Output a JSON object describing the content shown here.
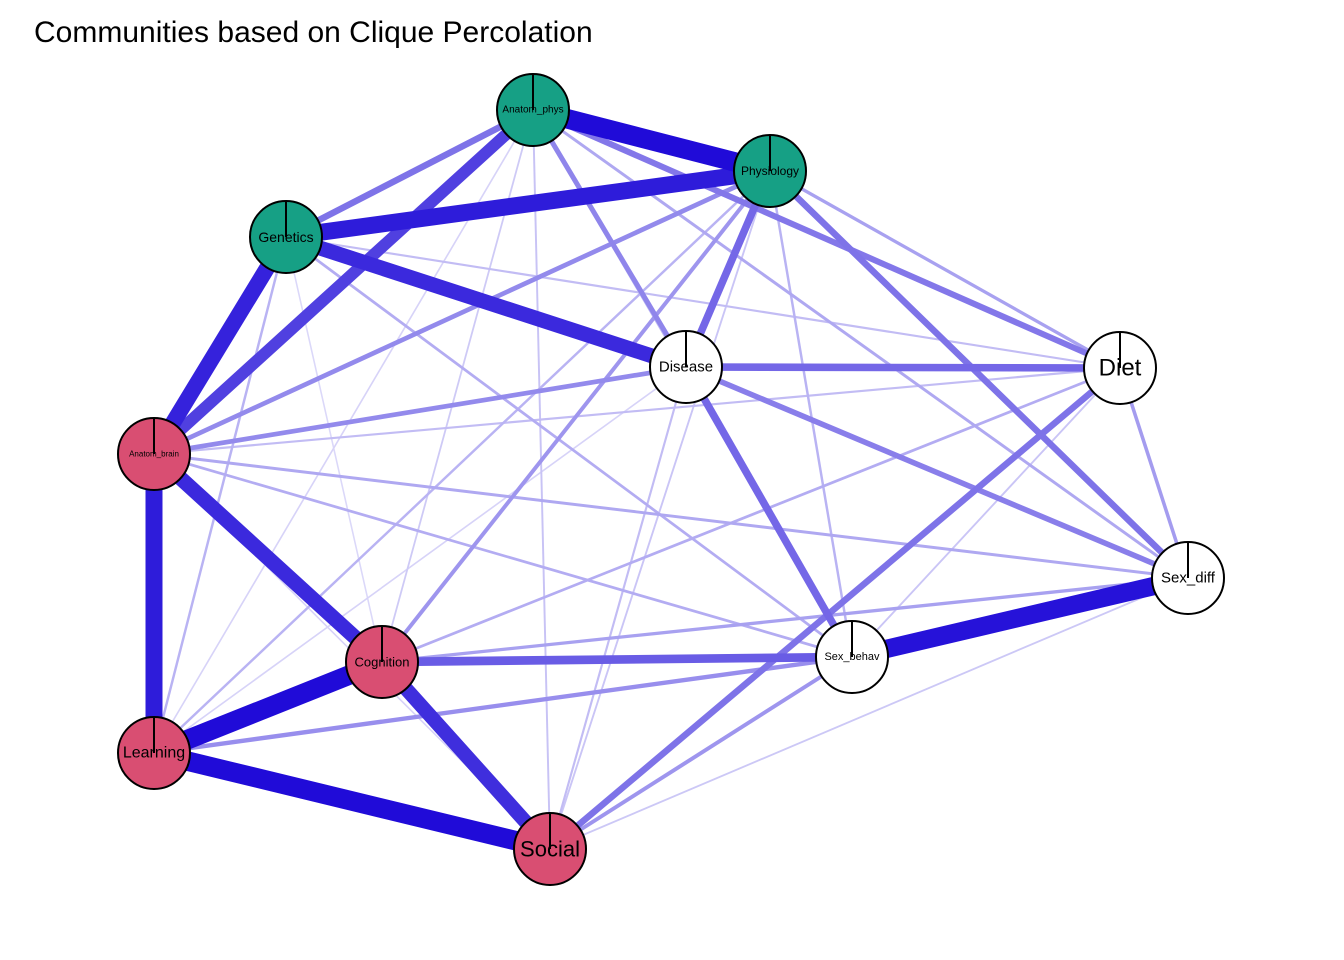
{
  "title": "Communities based on Clique Percolation",
  "colors": {
    "community_1": "#16A085",
    "community_2": "#D94E72",
    "unassigned": "#FFFFFF",
    "edge": "#1500D6",
    "node_border": "#000000"
  },
  "nodes": [
    {
      "id": "Anatom_phys",
      "label": "Anatom_phys",
      "community": "community_1"
    },
    {
      "id": "Physiology",
      "label": "Physiology",
      "community": "community_1"
    },
    {
      "id": "Genetics",
      "label": "Genetics",
      "community": "community_1"
    },
    {
      "id": "Disease",
      "label": "Disease",
      "community": "unassigned"
    },
    {
      "id": "Diet",
      "label": "Diet",
      "community": "unassigned"
    },
    {
      "id": "Anatom_brain",
      "label": "Anatom_brain",
      "community": "community_2"
    },
    {
      "id": "Sex_diff",
      "label": "Sex_diff",
      "community": "unassigned"
    },
    {
      "id": "Cognition",
      "label": "Cognition",
      "community": "community_2"
    },
    {
      "id": "Sex_behav",
      "label": "Sex_behav",
      "community": "unassigned"
    },
    {
      "id": "Learning",
      "label": "Learning",
      "community": "community_2"
    },
    {
      "id": "Social",
      "label": "Social",
      "community": "community_2"
    }
  ],
  "edges": [
    {
      "source": "Anatom_phys",
      "target": "Physiology",
      "weight": 0.95
    },
    {
      "source": "Learning",
      "target": "Social",
      "weight": 0.95
    },
    {
      "source": "Learning",
      "target": "Cognition",
      "weight": 0.95
    },
    {
      "source": "Anatom_brain",
      "target": "Learning",
      "weight": 0.88
    },
    {
      "source": "Genetics",
      "target": "Physiology",
      "weight": 0.88
    },
    {
      "source": "Sex_behav",
      "target": "Sex_diff",
      "weight": 0.92
    },
    {
      "source": "Genetics",
      "target": "Anatom_brain",
      "weight": 0.85
    },
    {
      "source": "Genetics",
      "target": "Disease",
      "weight": 0.82
    },
    {
      "source": "Anatom_brain",
      "target": "Cognition",
      "weight": 0.82
    },
    {
      "source": "Cognition",
      "target": "Social",
      "weight": 0.8
    },
    {
      "source": "Anatom_phys",
      "target": "Anatom_brain",
      "weight": 0.72
    },
    {
      "source": "Cognition",
      "target": "Sex_behav",
      "weight": 0.6
    },
    {
      "source": "Physiology",
      "target": "Disease",
      "weight": 0.55
    },
    {
      "source": "Disease",
      "target": "Diet",
      "weight": 0.55
    },
    {
      "source": "Disease",
      "target": "Sex_behav",
      "weight": 0.55
    },
    {
      "source": "Anatom_phys",
      "target": "Genetics",
      "weight": 0.5
    },
    {
      "source": "Physiology",
      "target": "Sex_diff",
      "weight": 0.5
    },
    {
      "source": "Social",
      "target": "Diet",
      "weight": 0.5
    },
    {
      "source": "Anatom_phys",
      "target": "Diet",
      "weight": 0.48
    },
    {
      "source": "Anatom_phys",
      "target": "Disease",
      "weight": 0.42
    },
    {
      "source": "Disease",
      "target": "Sex_diff",
      "weight": 0.45
    },
    {
      "source": "Physiology",
      "target": "Anatom_brain",
      "weight": 0.4
    },
    {
      "source": "Anatom_brain",
      "target": "Disease",
      "weight": 0.4
    },
    {
      "source": "Learning",
      "target": "Sex_behav",
      "weight": 0.38
    },
    {
      "source": "Physiology",
      "target": "Cognition",
      "weight": 0.35
    },
    {
      "source": "Social",
      "target": "Sex_behav",
      "weight": 0.35
    },
    {
      "source": "Diet",
      "target": "Sex_diff",
      "weight": 0.32
    },
    {
      "source": "Physiology",
      "target": "Diet",
      "weight": 0.3
    },
    {
      "source": "Cognition",
      "target": "Sex_diff",
      "weight": 0.3
    },
    {
      "source": "Anatom_phys",
      "target": "Sex_diff",
      "weight": 0.27
    },
    {
      "source": "Anatom_brain",
      "target": "Sex_diff",
      "weight": 0.27
    },
    {
      "source": "Anatom_brain",
      "target": "Sex_behav",
      "weight": 0.25
    },
    {
      "source": "Genetics",
      "target": "Sex_behav",
      "weight": 0.25
    },
    {
      "source": "Cognition",
      "target": "Diet",
      "weight": 0.25
    },
    {
      "source": "Genetics",
      "target": "Learning",
      "weight": 0.22
    },
    {
      "source": "Physiology",
      "target": "Learning",
      "weight": 0.22
    },
    {
      "source": "Physiology",
      "target": "Sex_behav",
      "weight": 0.22
    },
    {
      "source": "Anatom_phys",
      "target": "Sex_behav",
      "weight": 0.2
    },
    {
      "source": "Genetics",
      "target": "Diet",
      "weight": 0.18
    },
    {
      "source": "Anatom_brain",
      "target": "Diet",
      "weight": 0.18
    },
    {
      "source": "Disease",
      "target": "Social",
      "weight": 0.18
    },
    {
      "source": "Anatom_phys",
      "target": "Social",
      "weight": 0.15
    },
    {
      "source": "Physiology",
      "target": "Social",
      "weight": 0.14
    },
    {
      "source": "Diet",
      "target": "Sex_behav",
      "weight": 0.14
    },
    {
      "source": "Social",
      "target": "Sex_diff",
      "weight": 0.13
    },
    {
      "source": "Anatom_phys",
      "target": "Cognition",
      "weight": 0.12
    },
    {
      "source": "Anatom_phys",
      "target": "Learning",
      "weight": 0.08
    },
    {
      "source": "Disease",
      "target": "Learning",
      "weight": 0.08
    },
    {
      "source": "Anatom_brain",
      "target": "Social",
      "weight": 0.08
    },
    {
      "source": "Genetics",
      "target": "Cognition",
      "weight": 0.06
    }
  ]
}
